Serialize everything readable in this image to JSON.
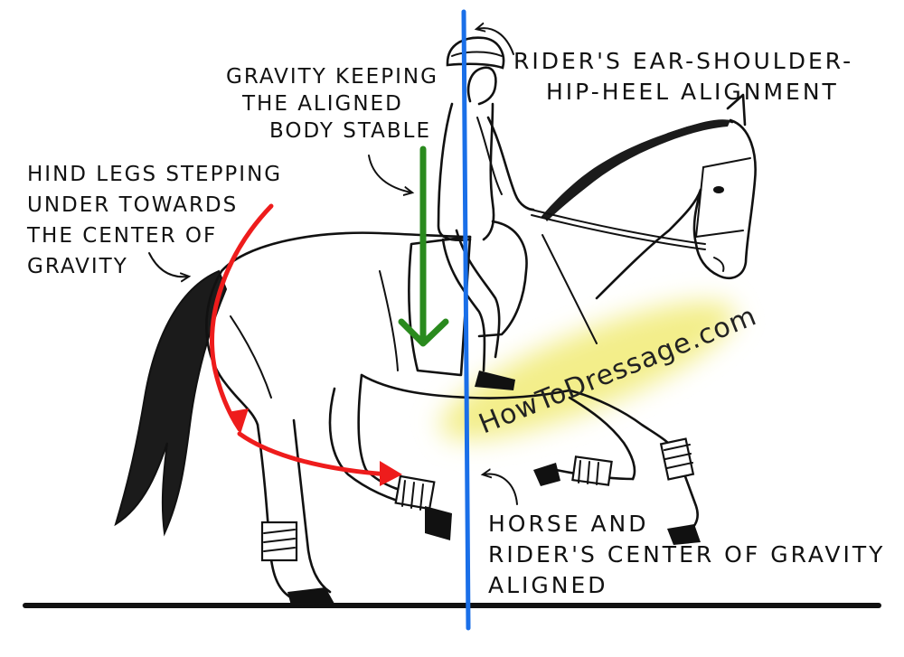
{
  "labels": {
    "gravity": [
      "GRAVITY KEEPING",
      "THE ALIGNED",
      "BODY STABLE"
    ],
    "rider_alignment": [
      "RIDER'S EAR-SHOULDER-",
      "HIP-HEEL ALIGNMENT"
    ],
    "hind_legs": [
      "HIND LEGS STEPPING",
      "UNDER TOWARDS",
      "THE CENTER OF",
      "GRAVITY"
    ],
    "center_of_gravity": [
      "HORSE AND",
      "RIDER'S CENTER OF GRAVITY",
      "ALIGNED"
    ]
  },
  "watermark": "HowToDressage.com",
  "colors": {
    "alignment_line": "#1a6fe8",
    "gravity_arrow": "#2a8a1e",
    "hind_leg_arrow": "#ee1c1c",
    "highlight": "#f3ee8a",
    "ink": "#111111"
  }
}
